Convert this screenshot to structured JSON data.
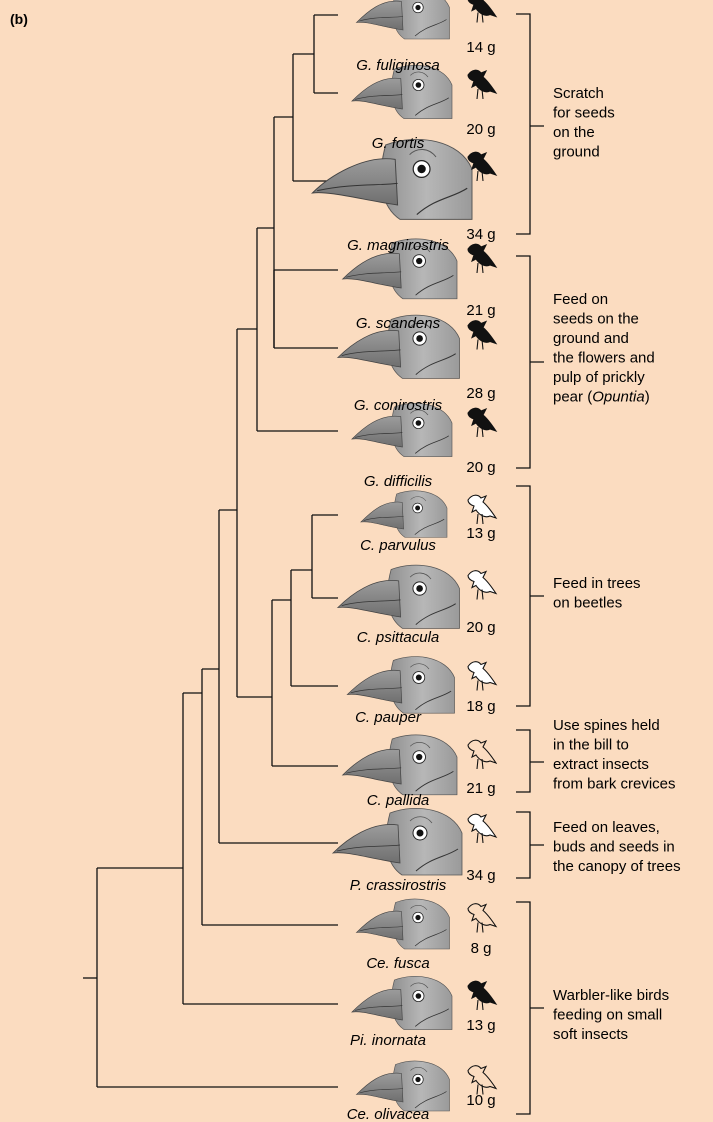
{
  "panel_label": "(b)",
  "species": [
    {
      "name": "G. fuliginosa",
      "mass": "14 g",
      "silhouette": "dark-bird-icon"
    },
    {
      "name": "G. fortis",
      "mass": "20 g",
      "silhouette": "dark-bird-icon"
    },
    {
      "name": "G. magnirostris",
      "mass": "34 g",
      "silhouette": "dark-bird-icon"
    },
    {
      "name": "G. scandens",
      "mass": "21 g",
      "silhouette": "dark-bird-icon"
    },
    {
      "name": "G. conirostris",
      "mass": "28 g",
      "silhouette": "dark-bird-icon"
    },
    {
      "name": "G. difficilis",
      "mass": "20 g",
      "silhouette": "dark-bird-icon"
    },
    {
      "name": "C. parvulus",
      "mass": "13 g",
      "silhouette": "light-bird-icon"
    },
    {
      "name": "C. psittacula",
      "mass": "20 g",
      "silhouette": "light-bird-icon"
    },
    {
      "name": "C. pauper",
      "mass": "18 g",
      "silhouette": "light-bird-icon"
    },
    {
      "name": "C. pallida",
      "mass": "21 g",
      "silhouette": "outline-bird-icon"
    },
    {
      "name": "P. crassirostris",
      "mass": "34 g",
      "silhouette": "light-bird-icon"
    },
    {
      "name": "Ce. fusca",
      "mass": "8 g",
      "silhouette": "outline-bird-icon"
    },
    {
      "name": "Pi. inornata",
      "mass": "13 g",
      "silhouette": "dark-bird-icon"
    },
    {
      "name": "Ce. olivacea",
      "mass": "10 g",
      "silhouette": "outline-bird-icon"
    }
  ],
  "diet_groups": [
    {
      "lines": [
        "Scratch",
        "for seeds",
        "on the",
        "ground"
      ]
    },
    {
      "lines": [
        "Feed on",
        "seeds on the",
        "ground and",
        "the flowers and",
        "pulp of prickly"
      ],
      "last_line_prefix": "pear (",
      "last_line_italic": "Opuntia",
      "last_line_suffix": ")"
    },
    {
      "lines": [
        "Feed in trees",
        "on beetles"
      ]
    },
    {
      "lines": [
        "Use spines held",
        "in the bill to",
        "extract insects",
        "from bark crevices"
      ]
    },
    {
      "lines": [
        "Feed on leaves,",
        "buds and seeds in",
        "the canopy of trees"
      ]
    },
    {
      "lines": [
        "Warbler-like birds",
        "feeding on small",
        "soft insects"
      ]
    }
  ],
  "colors": {
    "background": "#fbdcc0",
    "tree_line": "#111111",
    "head_gray": "#a8a8a8",
    "beak_gray": "#8a8a8a",
    "bird_dark": "#111111"
  }
}
